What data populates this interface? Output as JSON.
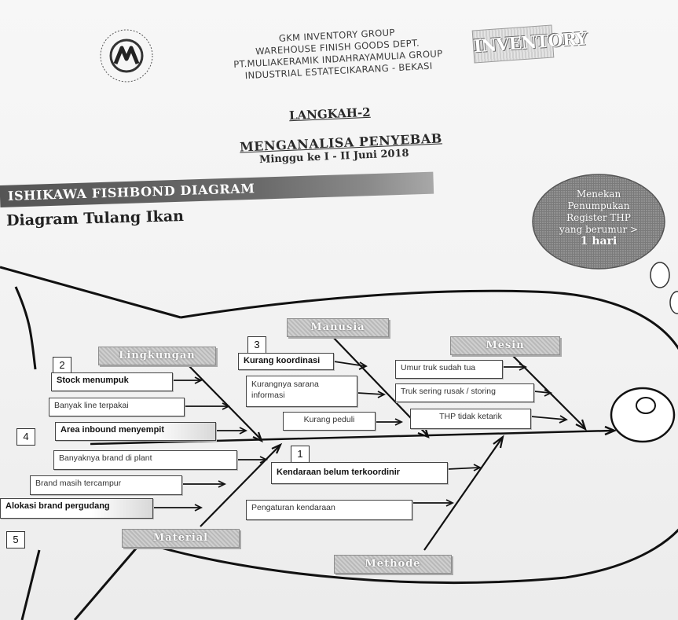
{
  "header": {
    "lines": [
      "GKM INVENTORY GROUP",
      "WAREHOUSE FINISH GOODS DEPT.",
      "PT.MULIAKERAMIK INDAHRAYAMULIA GROUP",
      "INDUSTRIAL ESTATECIKARANG - BEKASI"
    ],
    "badge": "INVENTORY"
  },
  "title": {
    "step": "LANGKAH-2",
    "heading": "MENGANALISA PENYEBAB",
    "period": "Minggu ke I - II Juni  2018"
  },
  "diagram": {
    "banner": "ISHIKAWA FISHBOND DIAGRAM",
    "subtitle": "Diagram Tulang Ikan",
    "effect_lines": [
      "Menekan",
      "Penumpukan",
      "Register THP",
      "yang berumur >",
      "1 hari"
    ]
  },
  "categories": {
    "lingkungan": "Lingkungan",
    "manusia": "Manusia",
    "mesin": "Mesin",
    "material": "Material",
    "methode": "Methode"
  },
  "numbers": [
    "1",
    "2",
    "3",
    "4",
    "5"
  ],
  "causes": {
    "stock_menumpuk": "Stock menumpuk",
    "banyak_line": "Banyak line terpakai",
    "area_inbound": "Area inbound menyempit",
    "kurang_koordinasi": "Kurang koordinasi",
    "kurang_sarana": [
      "Kurangnya sarana",
      "informasi"
    ],
    "kurang_peduli": "Kurang peduli",
    "umur_truk": "Umur truk sudah tua",
    "truk_rusak": "Truk sering rusak / storing",
    "thp_tidak": "THP tidak ketarik",
    "banyak_brand": "Banyaknya brand di plant",
    "brand_tercampur": "Brand masih tercampur",
    "alokasi_brand": "Alokasi brand pergudang",
    "kendaraan_belum": "Kendaraan belum terkoordinir",
    "pengaturan": "Pengaturan kendaraan"
  }
}
